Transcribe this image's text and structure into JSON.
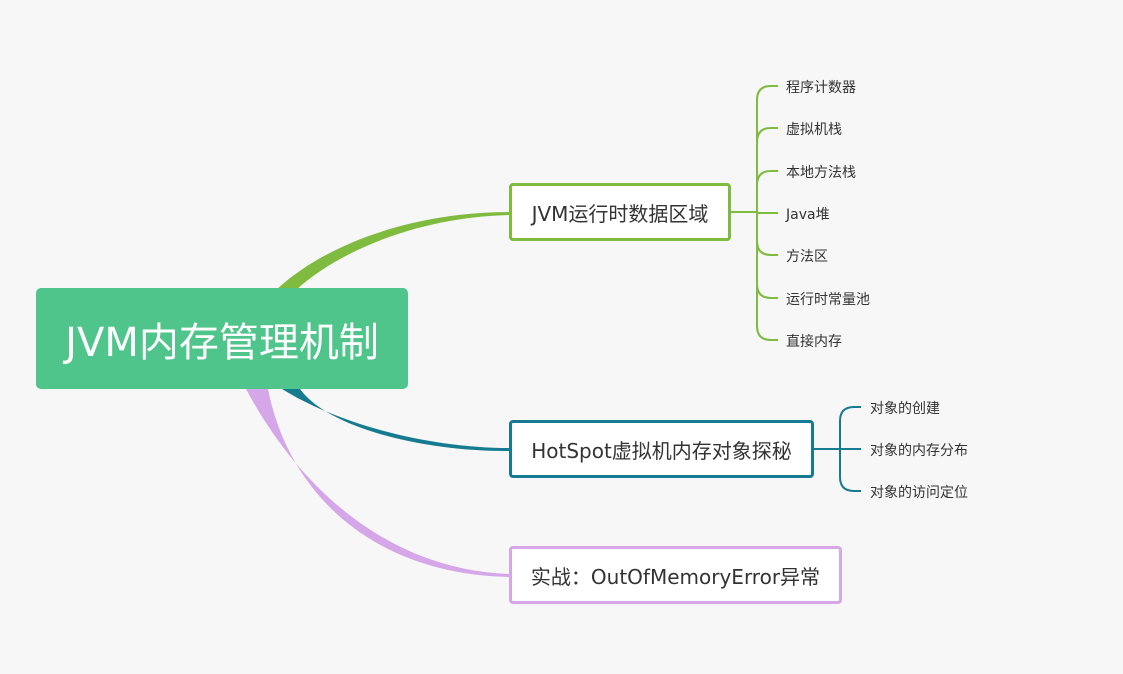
{
  "root": {
    "label": "JVM内存管理机制",
    "color": "#4fc48b"
  },
  "branches": [
    {
      "label": "JVM运行时数据区域",
      "color": "#7fbb3f",
      "children": [
        "程序计数器",
        "虚拟机栈",
        "本地方法栈",
        "Java堆",
        "方法区",
        "运行时常量池",
        "直接内存"
      ]
    },
    {
      "label": "HotSpot虚拟机内存对象探秘",
      "color": "#167b90",
      "children": [
        "对象的创建",
        "对象的内存分布",
        "对象的访问定位"
      ]
    },
    {
      "label": "实战：OutOfMemoryError异常",
      "color": "#d5a6e8",
      "children": []
    }
  ]
}
